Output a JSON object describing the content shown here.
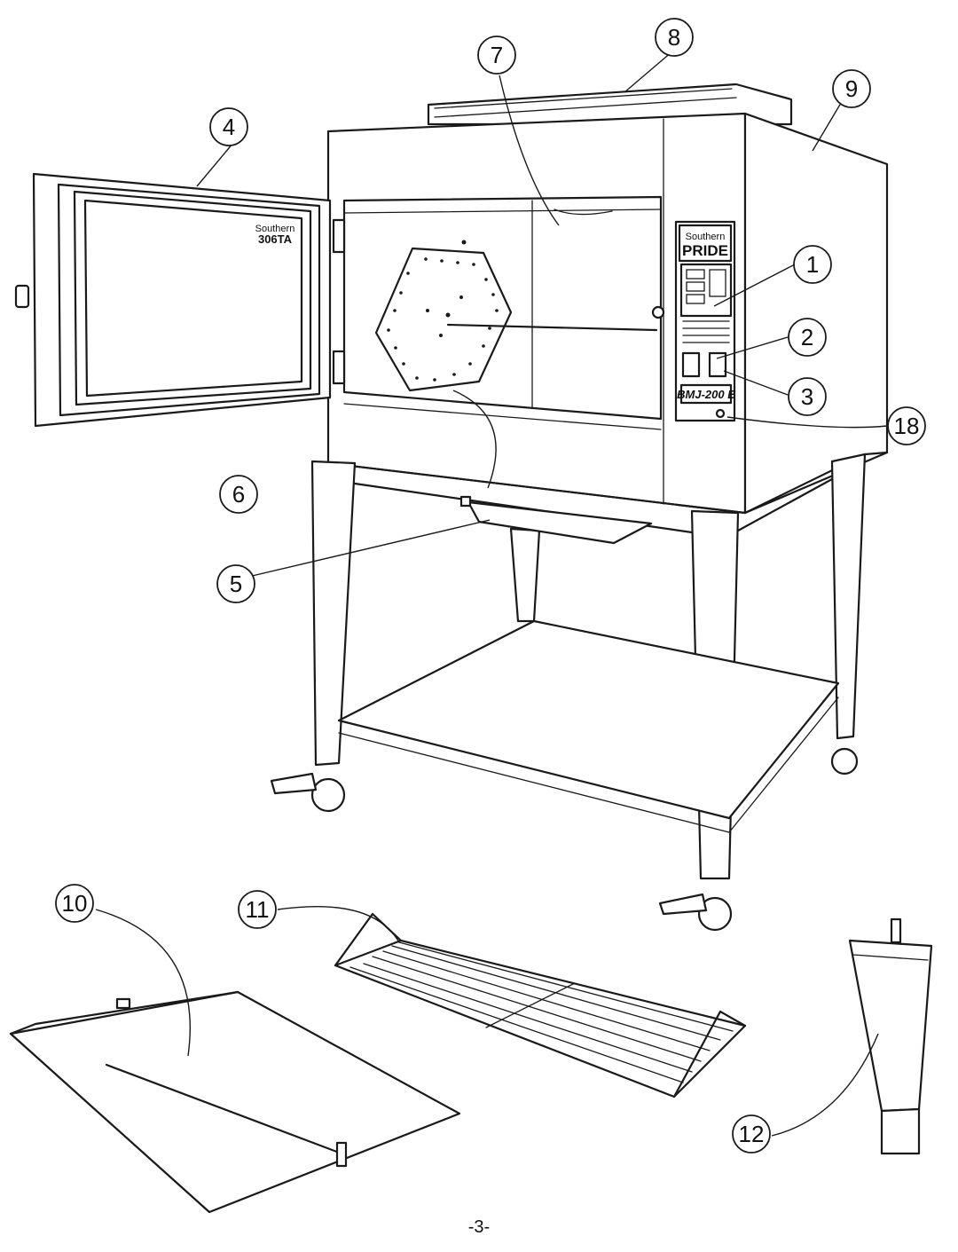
{
  "callouts": {
    "c1": "1",
    "c2": "2",
    "c3": "3",
    "c4": "4",
    "c5": "5",
    "c6": "6",
    "c7": "7",
    "c8": "8",
    "c9": "9",
    "c10": "10",
    "c11": "11",
    "c12": "12",
    "c18": "18"
  },
  "panel": {
    "brand_line1": "Southern",
    "brand_line2": "PRIDE",
    "model": "BMJ-200 E"
  },
  "door_label": {
    "line1": "Southern",
    "line2": "306TA"
  },
  "page_number": "-3-"
}
